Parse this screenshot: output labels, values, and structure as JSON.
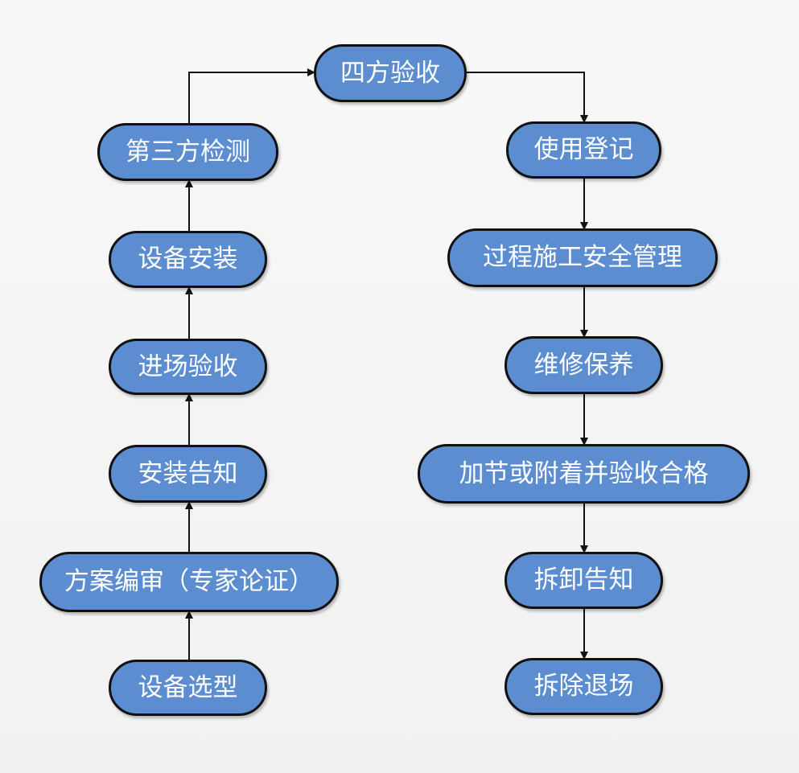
{
  "colors": {
    "node_fill": "#5b8dd0",
    "node_border": "#111111",
    "text": "#ffffff",
    "arrow": "#111111"
  },
  "nodes": {
    "four_party_acceptance": "四方验收",
    "third_party_inspection": "第三方检测",
    "equipment_installation": "设备安装",
    "site_entry_acceptance": "进场验收",
    "installation_notice": "安装告知",
    "plan_review": "方案编审（专家论证）",
    "equipment_selection": "设备选型",
    "use_registration": "使用登记",
    "construction_safety_management": "过程施工安全管理",
    "maintenance": "维修保养",
    "jacking_attachment_acceptance": "加节或附着并验收合格",
    "dismantling_notice": "拆卸告知",
    "removal_exit": "拆除退场"
  }
}
